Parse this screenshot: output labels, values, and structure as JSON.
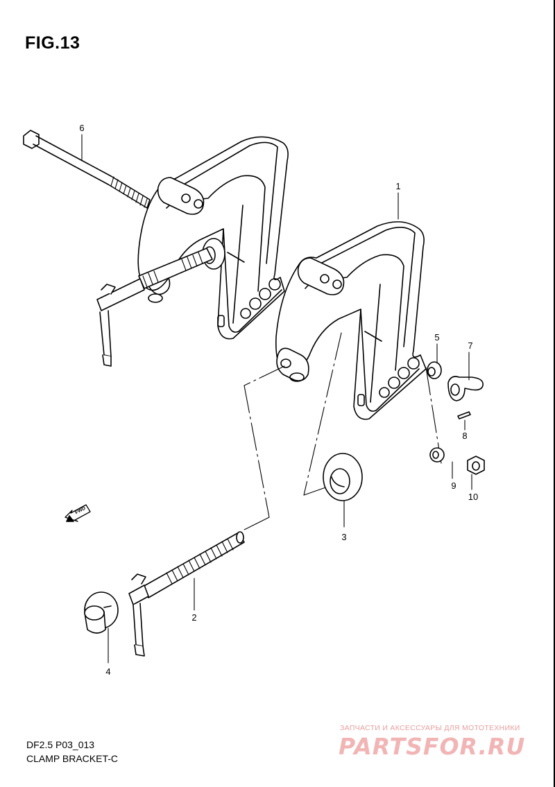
{
  "header": {
    "figure_title": "FIG.13"
  },
  "callouts": [
    {
      "id": "1",
      "label": "1"
    },
    {
      "id": "2",
      "label": "2"
    },
    {
      "id": "3",
      "label": "3"
    },
    {
      "id": "4",
      "label": "4"
    },
    {
      "id": "5",
      "label": "5"
    },
    {
      "id": "6",
      "label": "6"
    },
    {
      "id": "7",
      "label": "7"
    },
    {
      "id": "8",
      "label": "8"
    },
    {
      "id": "9",
      "label": "9"
    },
    {
      "id": "10",
      "label": "10"
    }
  ],
  "direction_indicator": {
    "label": "FWD"
  },
  "footer": {
    "model_code": "DF2.5  P03_013",
    "section_name": "CLAMP BRACKET-C"
  },
  "watermark": {
    "tagline": "ЗАПЧАСТИ И АКСЕССУАРЫ ДЛЯ МОТОТЕХНИКИ",
    "logo": "PARTSFOR.RU",
    "color": "#f2b5b5"
  }
}
